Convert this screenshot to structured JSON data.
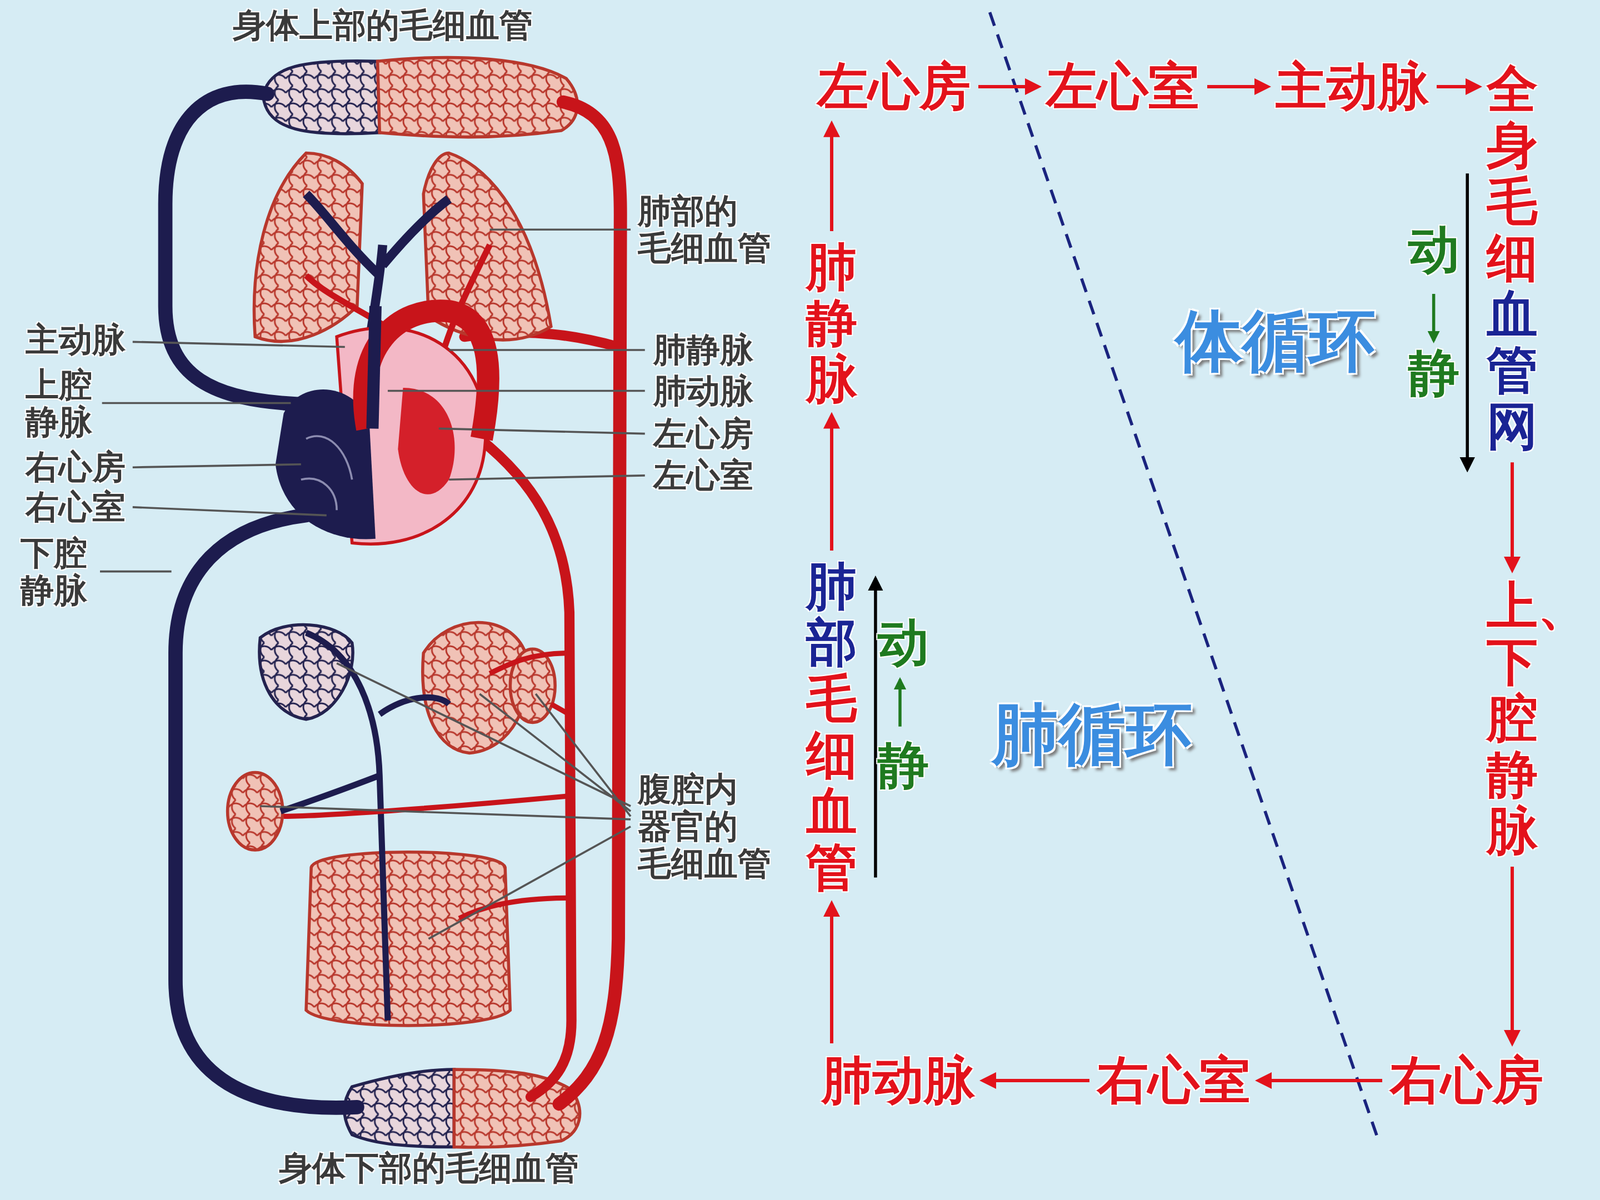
{
  "diagram": {
    "nodes": [
      {
        "text": [
          "左心房"
        ]
      },
      {
        "text": [
          "左心室"
        ]
      },
      {
        "text": [
          "主动脉"
        ]
      },
      {
        "text": [
          "全身毛细血管网"
        ]
      },
      {
        "text": [
          "上、下腔静脉"
        ]
      },
      {
        "text": [
          "右心房"
        ]
      },
      {
        "text": [
          "右心室"
        ]
      },
      {
        "text": [
          "肺动脉"
        ]
      },
      {
        "text": [
          "肺部毛细血管"
        ]
      },
      {
        "text": [
          "肺静脉"
        ]
      }
    ],
    "edges": [
      {
        "from": 0,
        "to": 1,
        "arrow": "to"
      },
      {
        "from": 1,
        "to": 2,
        "arrow": "to"
      },
      {
        "from": 2,
        "to": 3,
        "arrow": "to"
      },
      {
        "from": 3,
        "to": 4,
        "arrow": "to"
      },
      {
        "from": 4,
        "to": 5,
        "arrow": "to"
      },
      {
        "from": 5,
        "to": 6,
        "arrow": "to"
      },
      {
        "from": 6,
        "to": 7,
        "arrow": "to"
      },
      {
        "from": 7,
        "to": 8,
        "arrow": "to"
      },
      {
        "from": 8,
        "to": 9,
        "arrow": "to"
      },
      {
        "from": 9,
        "to": 0,
        "arrow": "to"
      }
    ],
    "labels": [
      "身体上部的毛细血管",
      "肺部的毛细血管",
      "主动脉",
      "上腔静脉",
      "肺静脉",
      "肺动脉",
      "右心房",
      "左心房",
      "右心室",
      "左心室",
      "下腔静脉",
      "腹腔内器官的毛细血管",
      "身体下部的毛细血管",
      "体循环",
      "动",
      "静",
      "肺循环",
      "动",
      "静"
    ]
  }
}
